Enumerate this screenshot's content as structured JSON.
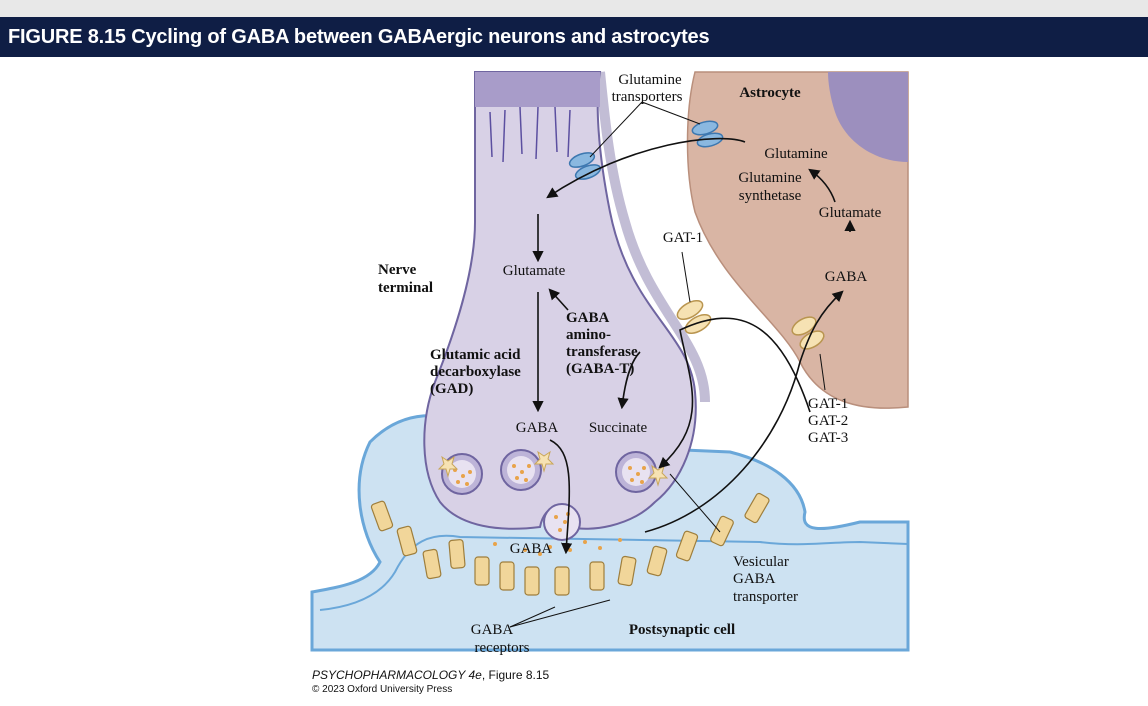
{
  "header": {
    "title": "FIGURE 8.15  Cycling of GABA between GABAergic neurons and astrocytes"
  },
  "diagram": {
    "labels": {
      "glutamine_transporters_1": "Glutamine",
      "glutamine_transporters_2": "transporters",
      "astrocyte": "Astrocyte",
      "glutamine_astro": "Glutamine",
      "glutamine_synthetase_1": "Glutamine",
      "glutamine_synthetase_2": "synthetase",
      "glutamate_astro": "Glutamate",
      "gat1_top": "GAT-1",
      "gaba_astro": "GABA",
      "nerve_terminal_1": "Nerve",
      "nerve_terminal_2": "terminal",
      "glutamate_neuron": "Glutamate",
      "gaba_t_1": "GABA",
      "gaba_t_2": "amino-",
      "gaba_t_3": "transferase",
      "gaba_t_4": "(GABA-T)",
      "gad_1": "Glutamic acid",
      "gad_2": "decarboxylase",
      "gad_3": "(GAD)",
      "gaba_neuron": "GABA",
      "succinate": "Succinate",
      "gat_list_1": "GAT-1",
      "gat_list_2": "GAT-2",
      "gat_list_3": "GAT-3",
      "gaba_cleft": "GABA",
      "vgat_1": "Vesicular",
      "vgat_2": "GABA",
      "vgat_3": "transporter",
      "postsynaptic": "Postsynaptic cell",
      "gaba_receptors_1": "GABA",
      "gaba_receptors_2": "receptors"
    },
    "colors": {
      "neuron_fill": "#d8d1e6",
      "neuron_edge": "#8f86b3",
      "astrocyte_fill": "#d9b5a4",
      "astrocyte_dark": "#9c8fbe",
      "postsynaptic_fill": "#cde2f2",
      "postsynaptic_edge": "#6aa7d9",
      "transporter_blue": "#8ab8e0",
      "transporter_tan": "#f6e2b3",
      "receptor": "#f1d69a",
      "vesicle_dot": "#e8a34a"
    }
  },
  "caption": {
    "book": "PSYCHOPHARMACOLOGY 4e",
    "figure_ref": ", Figure 8.15",
    "copyright": "© 2023 Oxford University Press"
  }
}
